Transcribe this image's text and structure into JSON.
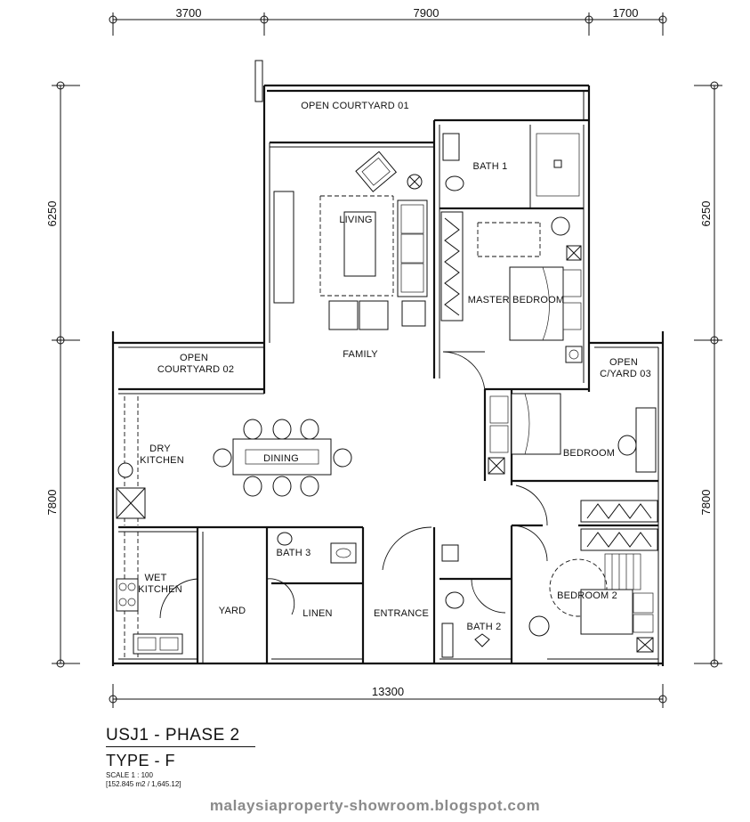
{
  "dimensions": {
    "top": [
      "3700",
      "7900",
      "1700"
    ],
    "bottom": "13300",
    "left": [
      "6250",
      "7800"
    ],
    "right": [
      "6250",
      "7800"
    ]
  },
  "rooms": {
    "open_courtyard_01": "OPEN COURTYARD 01",
    "bath_1": "BATH 1",
    "living": "LIVING",
    "master_bedroom": "MASTER BEDROOM",
    "family": "FAMILY",
    "open_courtyard_02_line1": "OPEN",
    "open_courtyard_02_line2": "COURTYARD 02",
    "open_cyard_03_line1": "OPEN",
    "open_cyard_03_line2": "C/YARD 03",
    "dry_kitchen_line1": "DRY",
    "dry_kitchen_line2": "KITCHEN",
    "dining": "DINING",
    "bedroom": "BEDROOM",
    "wet_kitchen_line1": "WET",
    "wet_kitchen_line2": "KITCHEN",
    "yard": "YARD",
    "bath_3": "BATH 3",
    "linen": "LINEN",
    "entrance": "ENTRANCE",
    "bath_2": "BATH 2",
    "bedroom_2": "BEDROOM 2"
  },
  "title_block": {
    "project": "USJ1 - PHASE 2",
    "type": "TYPE - F",
    "scale": "SCALE 1 : 100",
    "area": "[152.845 m2 / 1,645.12]"
  },
  "watermark": "malaysiaproperty-showroom.blogspot.com"
}
